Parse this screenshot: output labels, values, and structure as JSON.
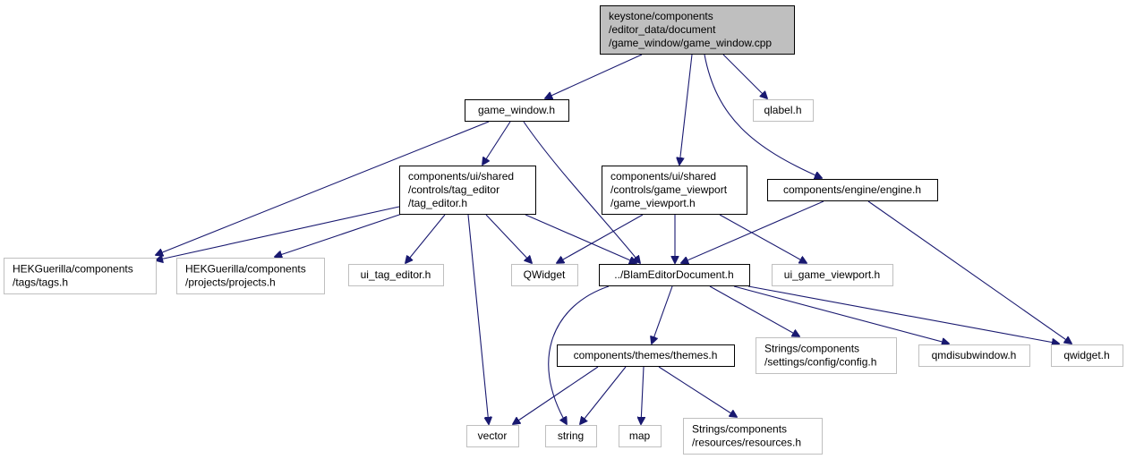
{
  "diagram": {
    "nodes": [
      {
        "id": "root",
        "lines": [
          "keystone/components",
          "/editor_data/document",
          "/game_window/game_window.cpp"
        ],
        "kind": "root"
      },
      {
        "id": "game_window_h",
        "lines": [
          "game_window.h"
        ],
        "kind": "doc"
      },
      {
        "id": "qlabel",
        "lines": [
          "qlabel.h"
        ],
        "kind": "ext"
      },
      {
        "id": "tag_editor_h",
        "lines": [
          "components/ui/shared",
          "/controls/tag_editor",
          "/tag_editor.h"
        ],
        "kind": "doc"
      },
      {
        "id": "game_viewport_h",
        "lines": [
          "components/ui/shared",
          "/controls/game_viewport",
          "/game_viewport.h"
        ],
        "kind": "doc"
      },
      {
        "id": "engine_h",
        "lines": [
          "components/engine/engine.h"
        ],
        "kind": "doc"
      },
      {
        "id": "tags_h",
        "lines": [
          "HEKGuerilla/components",
          "/tags/tags.h"
        ],
        "kind": "ext"
      },
      {
        "id": "projects_h",
        "lines": [
          "HEKGuerilla/components",
          "/projects/projects.h"
        ],
        "kind": "ext"
      },
      {
        "id": "ui_tag_editor_h",
        "lines": [
          "ui_tag_editor.h"
        ],
        "kind": "ext"
      },
      {
        "id": "QWidget",
        "lines": [
          "QWidget"
        ],
        "kind": "ext"
      },
      {
        "id": "blam_doc_h",
        "lines": [
          "../BlamEditorDocument.h"
        ],
        "kind": "doc"
      },
      {
        "id": "ui_game_viewport_h",
        "lines": [
          "ui_game_viewport.h"
        ],
        "kind": "ext"
      },
      {
        "id": "themes_h",
        "lines": [
          "components/themes/themes.h"
        ],
        "kind": "doc"
      },
      {
        "id": "config_h",
        "lines": [
          "Strings/components",
          "/settings/config/config.h"
        ],
        "kind": "ext"
      },
      {
        "id": "qmdisubwindow_h",
        "lines": [
          "qmdisubwindow.h"
        ],
        "kind": "ext"
      },
      {
        "id": "qwidget_h",
        "lines": [
          "qwidget.h"
        ],
        "kind": "ext"
      },
      {
        "id": "vector",
        "lines": [
          "vector"
        ],
        "kind": "ext"
      },
      {
        "id": "string",
        "lines": [
          "string"
        ],
        "kind": "ext"
      },
      {
        "id": "map",
        "lines": [
          "map"
        ],
        "kind": "ext"
      },
      {
        "id": "resources_h",
        "lines": [
          "Strings/components",
          "/resources/resources.h"
        ],
        "kind": "ext"
      }
    ],
    "edges": [
      {
        "from": "root",
        "to": "game_window_h"
      },
      {
        "from": "root",
        "to": "game_viewport_h"
      },
      {
        "from": "root",
        "to": "qlabel"
      },
      {
        "from": "root",
        "to": "engine_h"
      },
      {
        "from": "game_window_h",
        "to": "tags_h"
      },
      {
        "from": "game_window_h",
        "to": "tag_editor_h"
      },
      {
        "from": "game_window_h",
        "to": "blam_doc_h"
      },
      {
        "from": "tag_editor_h",
        "to": "tags_h"
      },
      {
        "from": "tag_editor_h",
        "to": "projects_h"
      },
      {
        "from": "tag_editor_h",
        "to": "ui_tag_editor_h"
      },
      {
        "from": "tag_editor_h",
        "to": "vector"
      },
      {
        "from": "tag_editor_h",
        "to": "QWidget"
      },
      {
        "from": "tag_editor_h",
        "to": "blam_doc_h"
      },
      {
        "from": "game_viewport_h",
        "to": "QWidget"
      },
      {
        "from": "game_viewport_h",
        "to": "blam_doc_h"
      },
      {
        "from": "game_viewport_h",
        "to": "ui_game_viewport_h"
      },
      {
        "from": "engine_h",
        "to": "blam_doc_h"
      },
      {
        "from": "engine_h",
        "to": "qwidget_h"
      },
      {
        "from": "blam_doc_h",
        "to": "string"
      },
      {
        "from": "blam_doc_h",
        "to": "themes_h"
      },
      {
        "from": "blam_doc_h",
        "to": "config_h"
      },
      {
        "from": "blam_doc_h",
        "to": "qmdisubwindow_h"
      },
      {
        "from": "blam_doc_h",
        "to": "qwidget_h"
      },
      {
        "from": "themes_h",
        "to": "vector"
      },
      {
        "from": "themes_h",
        "to": "string"
      },
      {
        "from": "themes_h",
        "to": "map"
      },
      {
        "from": "themes_h",
        "to": "resources_h"
      }
    ]
  }
}
